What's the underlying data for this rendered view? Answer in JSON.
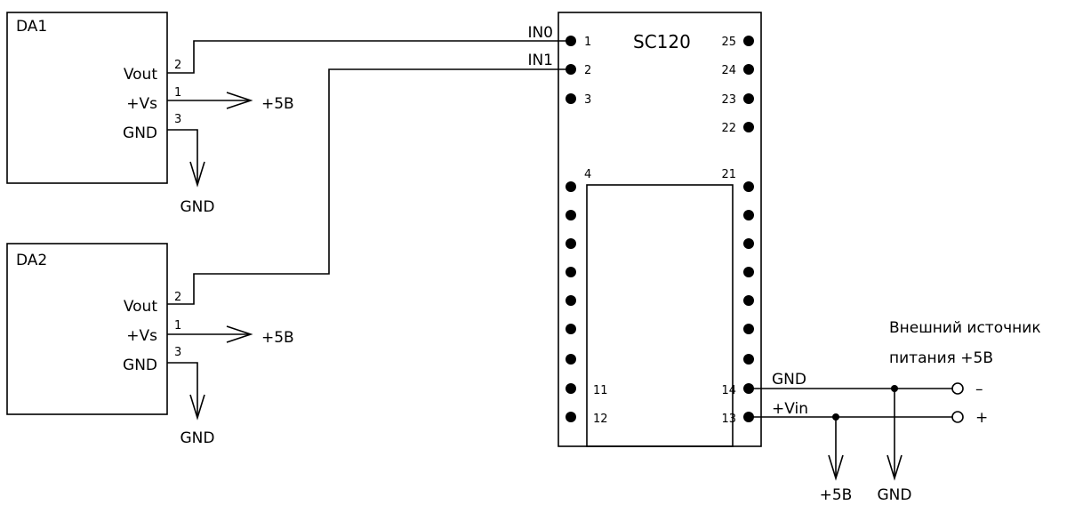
{
  "da1": {
    "name": "DA1",
    "pins": [
      {
        "num": "2",
        "label": "Vout"
      },
      {
        "num": "1",
        "label": "+Vs"
      },
      {
        "num": "3",
        "label": "GND"
      }
    ],
    "vs_supply": "+5В",
    "gnd_label": "GND"
  },
  "da2": {
    "name": "DA2",
    "pins": [
      {
        "num": "2",
        "label": "Vout"
      },
      {
        "num": "1",
        "label": "+Vs"
      },
      {
        "num": "3",
        "label": "GND"
      }
    ],
    "vs_supply": "+5В",
    "gnd_label": "GND"
  },
  "sc120": {
    "name": "SC120",
    "in0": "IN0",
    "in1": "IN1",
    "left_pins": [
      "1",
      "2",
      "3",
      "4",
      "11",
      "12"
    ],
    "right_pins": [
      "25",
      "24",
      "23",
      "22",
      "21",
      "14",
      "13"
    ],
    "gnd_net": "GND",
    "vin_net": "+Vin"
  },
  "external_source": {
    "line1": "Внешний источник",
    "line2": "питания +5В",
    "minus": "–",
    "plus": "+"
  },
  "bottom": {
    "plus5": "+5В",
    "gnd": "GND"
  }
}
